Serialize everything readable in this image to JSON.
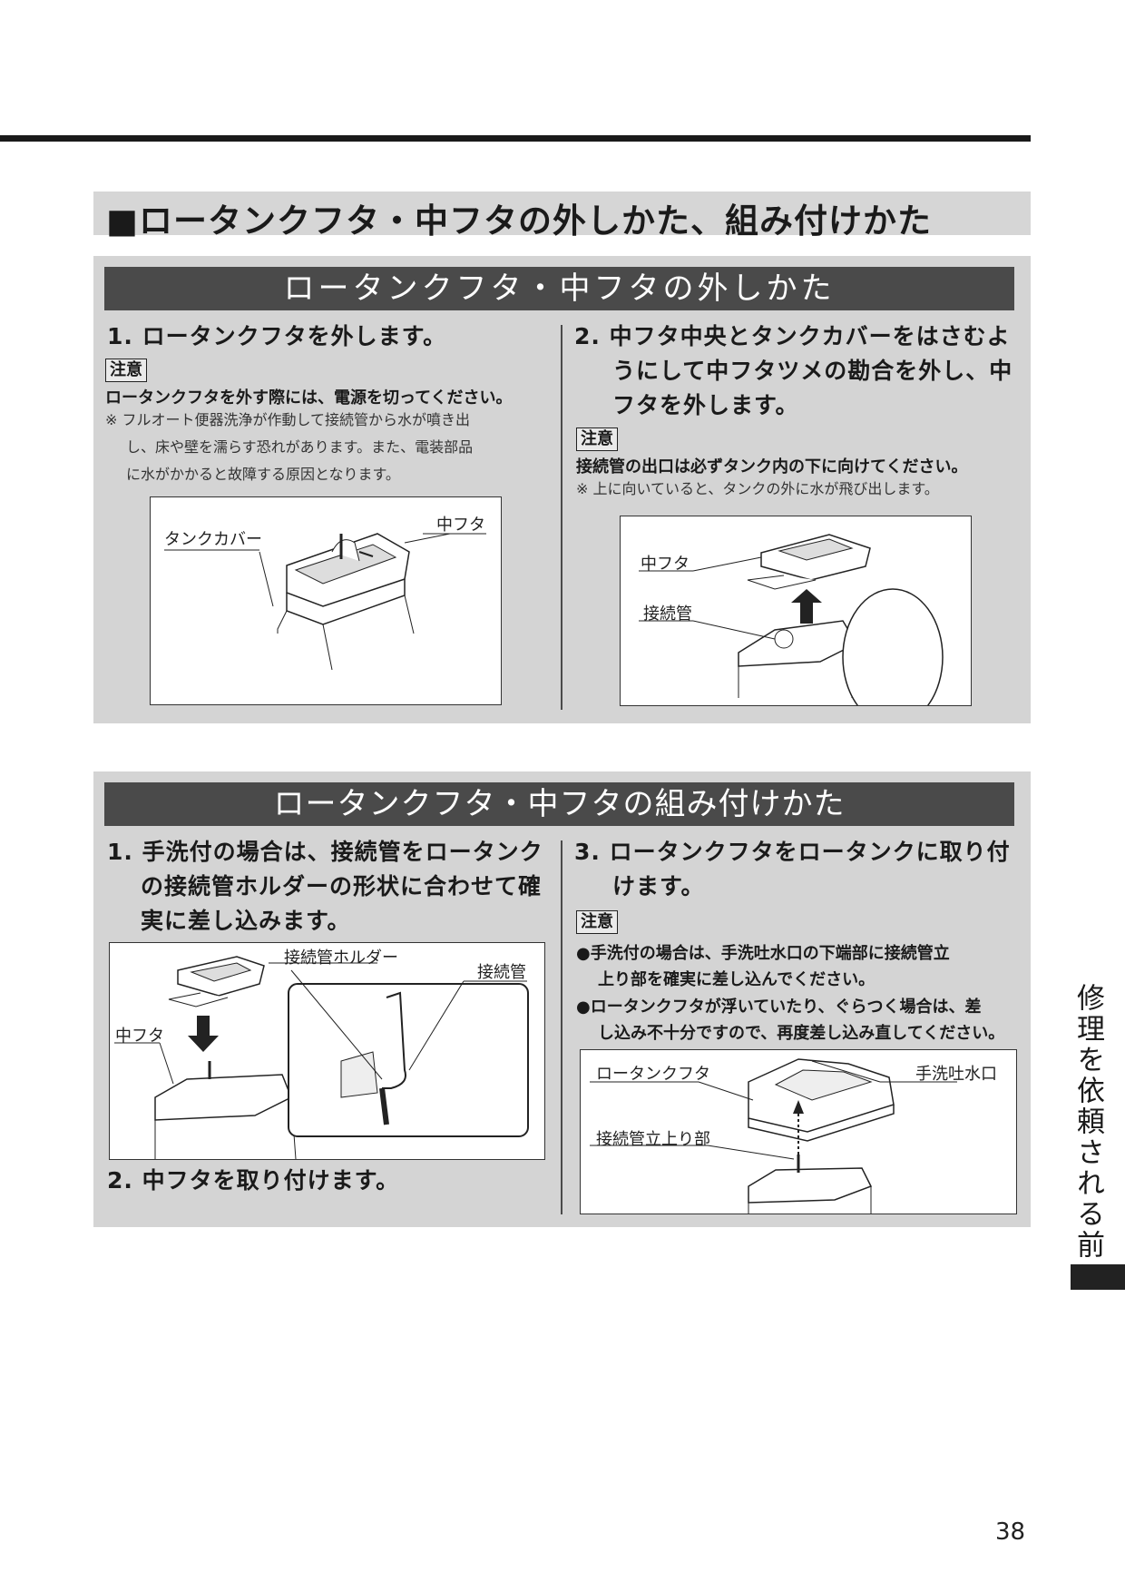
{
  "page": {
    "main_heading": "■ロータンクフタ・中フタの外しかた、組み付けかた",
    "side_tab": "修理を依頼される前に",
    "page_number": "38"
  },
  "remove": {
    "band_title": "ロータンクフタ・中フタの外しかた",
    "step1": {
      "text": "1. ロータンクフタを外します。",
      "note_tag": "注意",
      "warning": "ロータンクフタを外す際には、電源を切ってください。",
      "sub_lines": [
        "※ フルオート便器洗浄が作動して接続管から水が噴き出",
        "し、床や壁を濡らす恐れがあります。また、電装部品",
        "に水がかかると故障する原因となります。"
      ],
      "figure_labels": {
        "cover": "タンクカバー",
        "inner_lid": "中フタ"
      }
    },
    "step2": {
      "lines": [
        "2. 中フタ中央とタンクカバーをはさむよ",
        "うにして中フタツメの勘合を外し、中",
        "フタを外します。"
      ],
      "note_tag": "注意",
      "warning": "接続管の出口は必ずタンク内の下に向けてください。",
      "sub": "※ 上に向いていると、タンクの外に水が飛び出します。",
      "figure_labels": {
        "inner_lid": "中フタ",
        "pipe": "接続管"
      }
    }
  },
  "install": {
    "band_title": "ロータンクフタ・中フタの組み付けかた",
    "step1": {
      "lines": [
        "1. 手洗付の場合は、接続管をロータンク",
        "の接続管ホルダーの形状に合わせて確",
        "実に差し込みます。"
      ],
      "figure_labels": {
        "holder": "接続管ホルダー",
        "pipe": "接続管",
        "inner_lid": "中フタ"
      }
    },
    "step2": {
      "text": "2. 中フタを取り付けます。"
    },
    "step3": {
      "lines": [
        "3. ロータンクフタをロータンクに取り付",
        "けます。"
      ],
      "note_tag": "注意",
      "bullets": [
        [
          "●手洗付の場合は、手洗吐水口の下端部に接続管立",
          "上り部を確実に差し込んでください。"
        ],
        [
          "●ロータンクフタが浮いていたり、ぐらつく場合は、差",
          "し込み不十分ですので、再度差し込み直してください。"
        ]
      ],
      "figure_labels": {
        "tank_lid": "ロータンクフタ",
        "spout": "手洗吐水口",
        "riser": "接続管立上り部"
      }
    }
  }
}
